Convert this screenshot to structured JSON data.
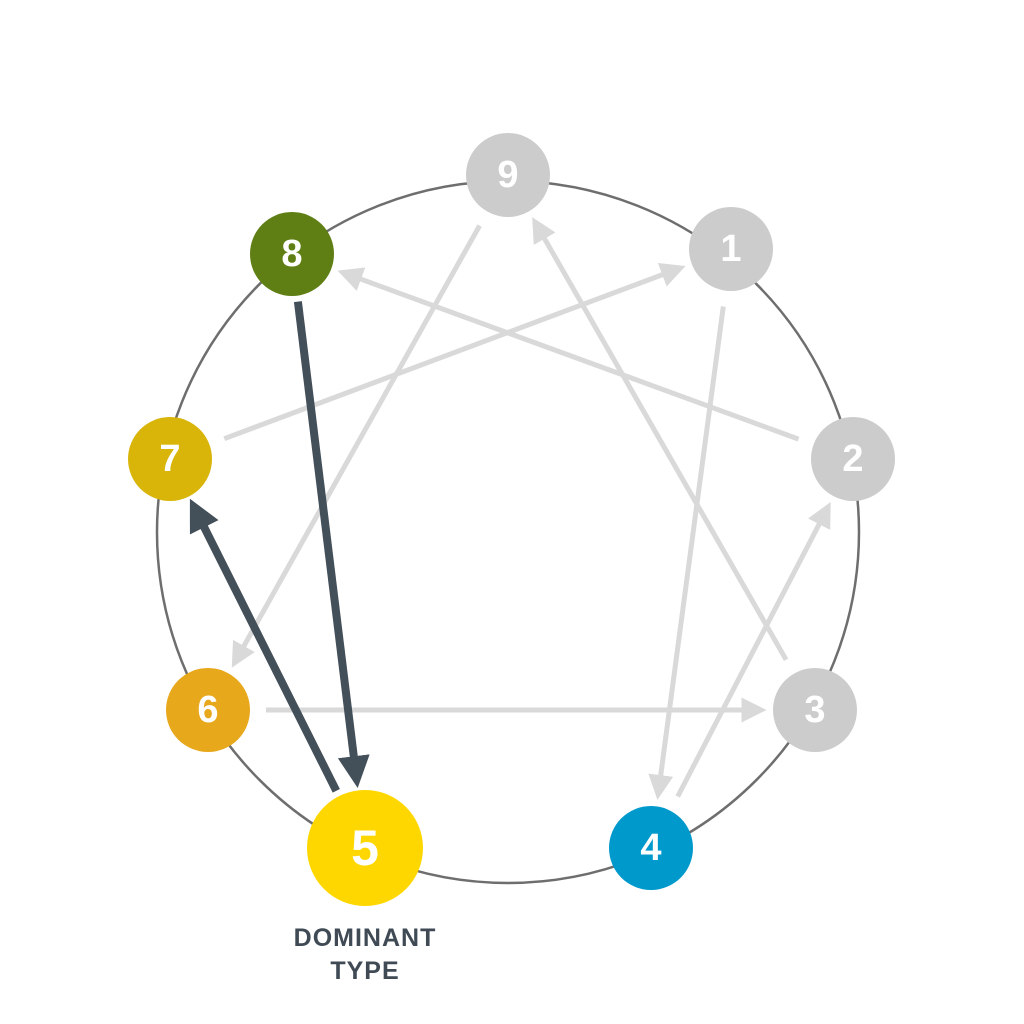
{
  "nodes": [
    {
      "id": "9",
      "label": "9",
      "color": "#cccccc",
      "state": "inactive"
    },
    {
      "id": "1",
      "label": "1",
      "color": "#cccccc",
      "state": "inactive"
    },
    {
      "id": "2",
      "label": "2",
      "color": "#cccccc",
      "state": "inactive"
    },
    {
      "id": "3",
      "label": "3",
      "color": "#cccccc",
      "state": "inactive"
    },
    {
      "id": "4",
      "label": "4",
      "color": "#0099cc",
      "state": "wing"
    },
    {
      "id": "5",
      "label": "5",
      "color": "#ffd700",
      "state": "dominant"
    },
    {
      "id": "6",
      "label": "6",
      "color": "#e8a81c",
      "state": "related"
    },
    {
      "id": "7",
      "label": "7",
      "color": "#d9b50a",
      "state": "related"
    },
    {
      "id": "8",
      "label": "8",
      "color": "#5f7f14",
      "state": "related"
    }
  ],
  "arrows": [
    {
      "from": "9",
      "to": "6",
      "style": "faded"
    },
    {
      "from": "6",
      "to": "3",
      "style": "faded"
    },
    {
      "from": "3",
      "to": "9",
      "style": "faded"
    },
    {
      "from": "1",
      "to": "4",
      "style": "faded"
    },
    {
      "from": "4",
      "to": "2",
      "style": "faded"
    },
    {
      "from": "2",
      "to": "8",
      "style": "faded"
    },
    {
      "from": "7",
      "to": "1",
      "style": "faded"
    },
    {
      "from": "8",
      "to": "5",
      "style": "highlighted"
    },
    {
      "from": "5",
      "to": "7",
      "style": "highlighted"
    }
  ],
  "colors": {
    "ring": "#6e6e6e",
    "arrow_faded": "#d9d9d9",
    "arrow_highlighted": "#434f59",
    "caption": "#3f4a55"
  },
  "caption": {
    "line1": "DOMINANT",
    "line2": "TYPE"
  }
}
